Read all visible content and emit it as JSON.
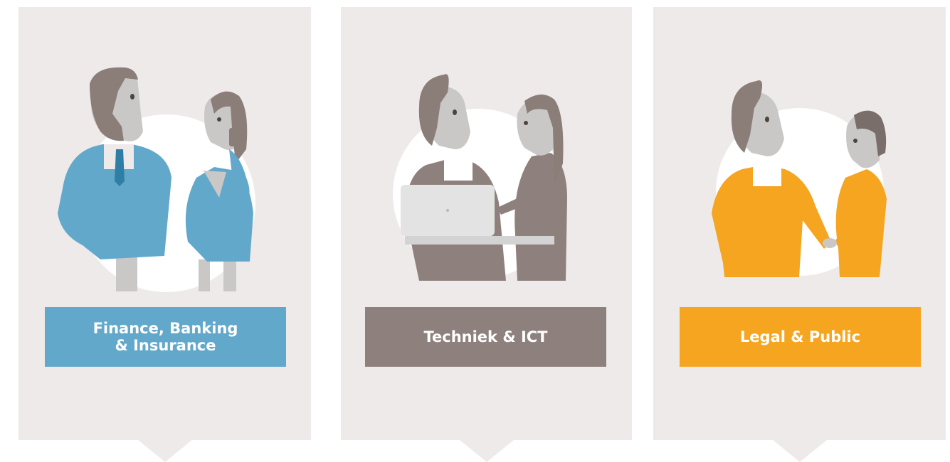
{
  "categories": [
    {
      "label_line1": "Finance, Banking",
      "label_line2": "& Insurance",
      "color": "#62a8cb",
      "illustration": "businessman-and-woman-on-phone"
    },
    {
      "label_line1": "Techniek & ICT",
      "label_line2": "",
      "color": "#8e817d",
      "illustration": "man-with-laptop-and-woman"
    },
    {
      "label_line1": "Legal & Public",
      "label_line2": "",
      "color": "#f5a520",
      "illustration": "man-and-woman-shaking-hands"
    }
  ],
  "colors": {
    "card_bg": "#eeeae9",
    "skin": "#c9c8c7",
    "hair": "#8b7e79",
    "circle": "#ffffff"
  }
}
